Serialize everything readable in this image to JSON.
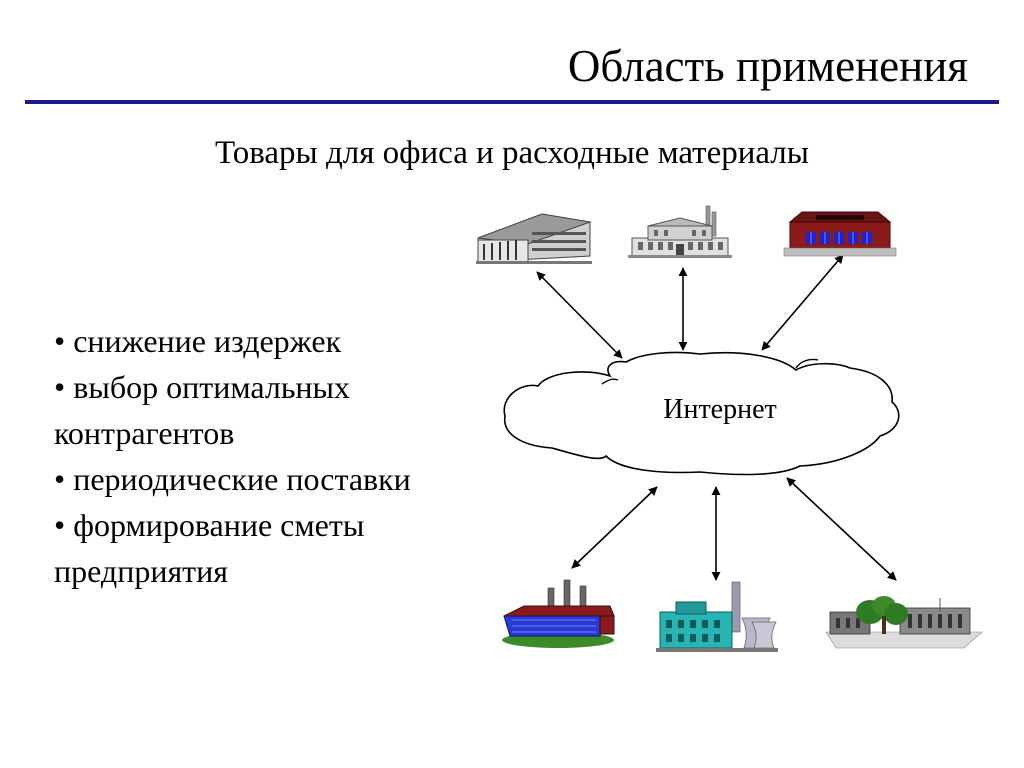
{
  "slide": {
    "title": "Область применения",
    "subtitle": "Товары для офиса и расходные материалы"
  },
  "bullets": [
    "снижение издержек",
    "выбор оптимальных контрагентов",
    "периодические поставки",
    "формирование сметы предприятия"
  ],
  "diagram": {
    "hub_label": "Интернет",
    "top_buildings": [
      "office-block-icon",
      "factory-with-chimneys-icon",
      "red-brick-building-icon"
    ],
    "bottom_buildings": [
      "blue-factory-icon",
      "power-plant-icon",
      "campus-building-icon"
    ],
    "connections": "bidirectional-arrows"
  },
  "colors": {
    "title_rule": "#1a1a8c",
    "text": "#000000",
    "accent_blue": "#2222cc",
    "brick_red": "#8b1a1a",
    "teal": "#2ab3b3",
    "grass": "#3d8a2a"
  }
}
